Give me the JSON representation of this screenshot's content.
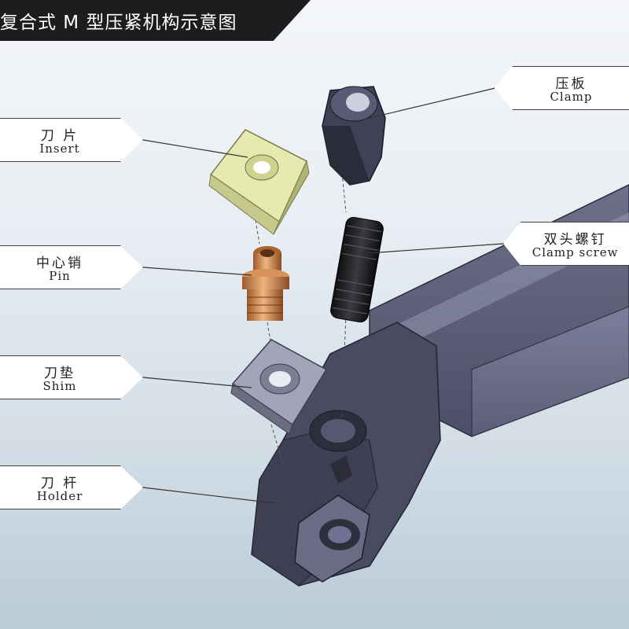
{
  "title": "复合式 M 型压紧机构示意图",
  "callouts": {
    "clamp": {
      "zh": "压板",
      "en": "Clamp"
    },
    "insert": {
      "zh": "刀 片",
      "en": "Insert"
    },
    "clamp_screw": {
      "zh": "双头螺钉",
      "en": "Clamp screw"
    },
    "pin": {
      "zh": "中心销",
      "en": "Pin"
    },
    "shim": {
      "zh": "刀垫",
      "en": "Shim"
    },
    "holder": {
      "zh": "刀 杆",
      "en": "Holder"
    }
  },
  "colors": {
    "insert": "#e6eab0",
    "clamp": "#4b4e63",
    "screw": "#202024",
    "pin": "#c9844f",
    "shim": "#8a8a9c",
    "holder": "#55566e"
  }
}
